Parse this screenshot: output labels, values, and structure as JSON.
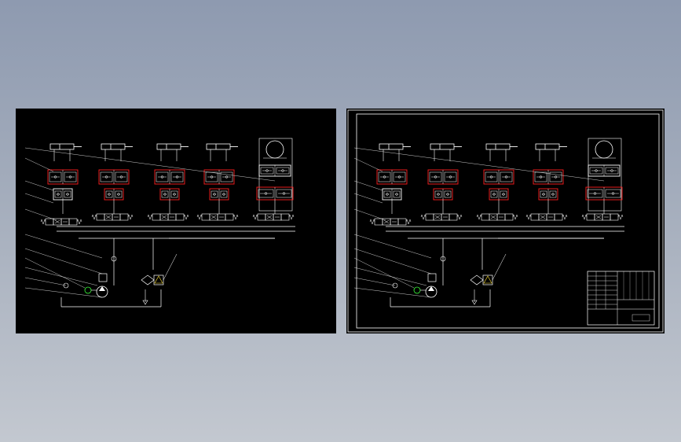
{
  "sheets": [
    {
      "id": "left",
      "has_frame": false
    },
    {
      "id": "right",
      "has_frame": true
    }
  ],
  "circuit": {
    "actuators": [
      {
        "kind": "cylinder",
        "title": ""
      },
      {
        "kind": "cylinder",
        "title": ""
      },
      {
        "kind": "cylinder",
        "title": ""
      },
      {
        "kind": "cylinder",
        "title": ""
      },
      {
        "kind": "motor",
        "title": ""
      }
    ],
    "callout_numbers": [
      "",
      "",
      "",
      "",
      "",
      "",
      "",
      "",
      "",
      "",
      "",
      ""
    ]
  },
  "title_block": {
    "drawing_title": "",
    "label": ""
  },
  "colors": {
    "background": "#000000",
    "lines": "#ffffff",
    "labels": "#3cff3c",
    "highlight": "#ff2020",
    "frame": "#ffffff"
  }
}
